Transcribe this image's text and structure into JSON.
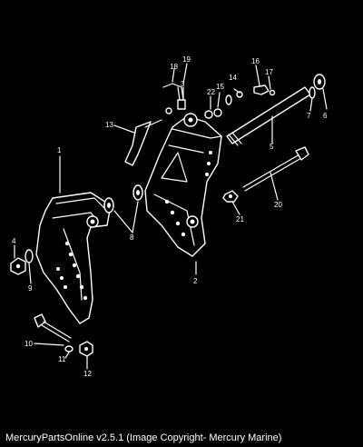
{
  "footer": {
    "caption": "MercuryPartsOnline v2.5.1 (Image Copyright- Mercury Marine)"
  },
  "callouts": [
    "1",
    "2",
    "3",
    "4",
    "5",
    "6",
    "7",
    "8",
    "9",
    "10",
    "11",
    "12",
    "13",
    "14",
    "15",
    "16",
    "17",
    "18",
    "19",
    "20",
    "21",
    "22"
  ]
}
